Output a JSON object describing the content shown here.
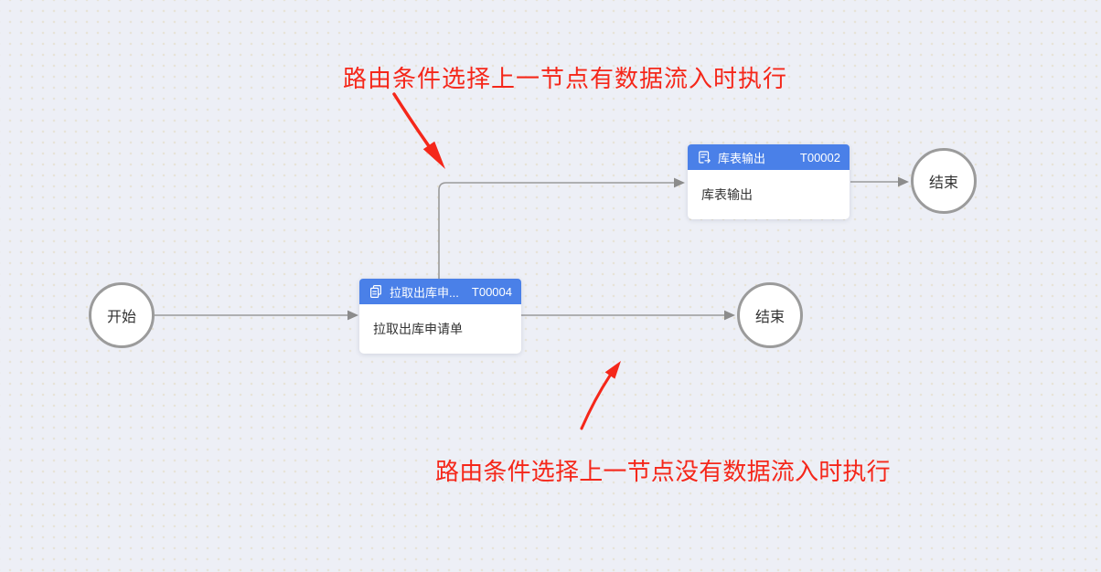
{
  "colors": {
    "canvas_bg": "#edeff6",
    "canvas_dot": "#e7e3d8",
    "node_header": "#4a80e8",
    "connector": "#9a9a9a",
    "connector_head": "#8c8c8c",
    "circle_border": "#9b9b9b",
    "annotation": "#f5271a",
    "node_text": "#333333"
  },
  "nodes": {
    "start": {
      "label": "开始"
    },
    "task": {
      "icon": "copy-pages-icon",
      "title": "拉取出库申...",
      "id": "T00004",
      "body": "拉取出库申请单"
    },
    "output": {
      "icon": "export-list-icon",
      "title": "库表输出",
      "id": "T00002",
      "body": "库表输出"
    },
    "end_top": {
      "label": "结束"
    },
    "end_mid": {
      "label": "结束"
    }
  },
  "annotations": {
    "top": {
      "text": "路由条件选择上一节点有数据流入时执行"
    },
    "bottom": {
      "text": "路由条件选择上一节点没有数据流入时执行"
    }
  }
}
